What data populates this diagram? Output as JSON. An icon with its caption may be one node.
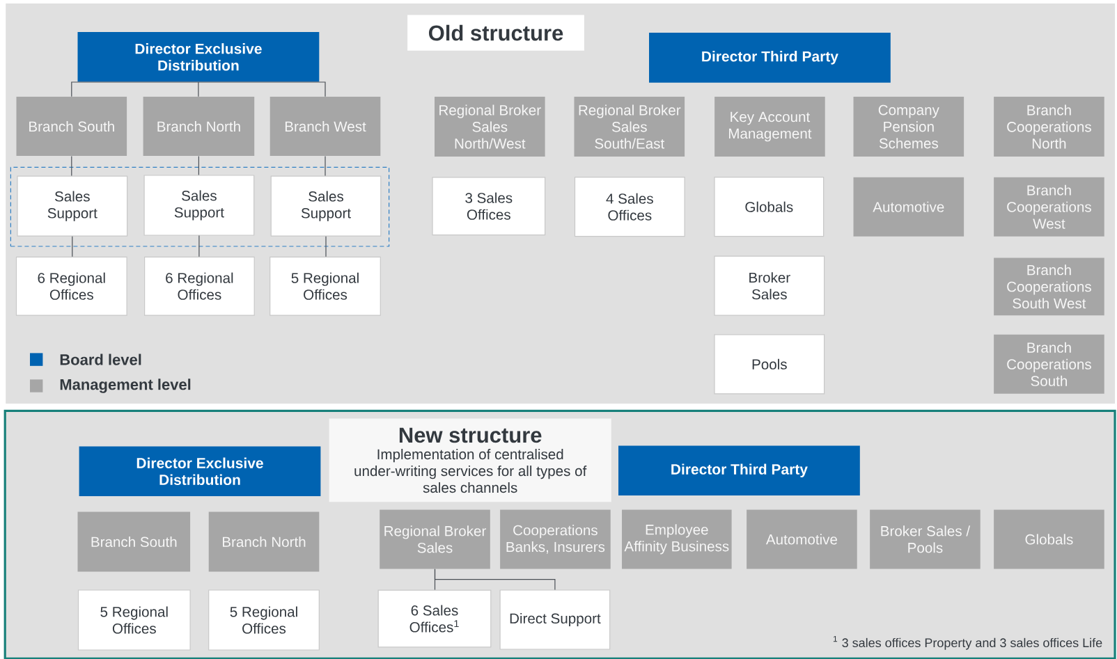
{
  "diagram": {
    "nodes": [
      {
        "text": [
          "Old structure"
        ]
      },
      {
        "text": [
          "Director Exclusive Distribution"
        ]
      },
      {
        "text": [
          "Branch South"
        ]
      },
      {
        "text": [
          "Branch North"
        ]
      },
      {
        "text": [
          "Branch West"
        ]
      },
      {
        "text": [],
        "shape": "box"
      },
      {
        "text": [
          "Sales Support"
        ],
        "in": 5
      },
      {
        "text": [
          "Sales Support"
        ],
        "in": 5
      },
      {
        "text": [
          "Sales Support"
        ],
        "in": 5
      },
      {
        "text": [
          "6 Regional Offices"
        ]
      },
      {
        "text": [
          "6 Regional Offices"
        ]
      },
      {
        "text": [
          "5 Regional Offices"
        ]
      },
      {
        "text": [
          "Director Third Party"
        ]
      },
      {
        "text": [
          "Regional Broker Sales North/West"
        ]
      },
      {
        "text": [
          "Regional Broker Sales South/East"
        ]
      },
      {
        "text": [
          "Key Account Management"
        ]
      },
      {
        "text": [
          "Company Pension Schemes"
        ]
      },
      {
        "text": [
          "Branch Cooperations North"
        ]
      },
      {
        "text": [
          "3 Sales Offices"
        ]
      },
      {
        "text": [
          "4 Sales Offices"
        ]
      },
      {
        "text": [
          "Globals"
        ]
      },
      {
        "text": [
          "Automotive"
        ]
      },
      {
        "text": [
          "Branch Cooperations West"
        ]
      },
      {
        "text": [
          "Broker Sales"
        ]
      },
      {
        "text": [
          "Branch Cooperations South West"
        ]
      },
      {
        "text": [
          "Pools"
        ]
      },
      {
        "text": [
          "Branch Cooperations South"
        ]
      },
      {
        "text": [
          "New structure",
          "Implementation of centralised under-writing services for all types of sales channels"
        ]
      },
      {
        "text": [
          "Director Exclusive Distribution"
        ]
      },
      {
        "text": [
          "Director Third Party"
        ]
      },
      {
        "text": [
          "Branch South"
        ]
      },
      {
        "text": [
          "Branch North"
        ]
      },
      {
        "text": [
          "Regional Broker Sales"
        ]
      },
      {
        "text": [
          "Cooperations Banks, Insurers"
        ]
      },
      {
        "text": [
          "Employee Affinity Business"
        ]
      },
      {
        "text": [
          "Automotive"
        ]
      },
      {
        "text": [
          "Broker Sales / Pools"
        ]
      },
      {
        "text": [
          "Globals"
        ]
      },
      {
        "text": [
          "5 Regional Offices"
        ]
      },
      {
        "text": [
          "5 Regional Offices"
        ]
      },
      {
        "text": [
          "6 Sales Offices$^{1}$"
        ]
      },
      {
        "text": [
          "Direct Support"
        ]
      }
    ],
    "edges": [
      {
        "from": 1,
        "to": 2,
        "arrow": "none"
      },
      {
        "from": 1,
        "to": 3,
        "arrow": "none"
      },
      {
        "from": 1,
        "to": 4,
        "arrow": "none"
      },
      {
        "from": 2,
        "to": 6,
        "arrow": "none"
      },
      {
        "from": 3,
        "to": 7,
        "arrow": "none"
      },
      {
        "from": 4,
        "to": 8,
        "arrow": "none"
      },
      {
        "from": 6,
        "to": 9,
        "arrow": "none"
      },
      {
        "from": 7,
        "to": 10,
        "arrow": "none"
      },
      {
        "from": 8,
        "to": 11,
        "arrow": "none"
      },
      {
        "from": 32,
        "to": 40,
        "arrow": "none"
      },
      {
        "from": 32,
        "to": 41,
        "arrow": "none"
      }
    ],
    "labels": [
      "$^{1}$ 3 sales offices Property and 3 sales offices Life"
    ],
    "legend": [
      {
        "text": "Board level",
        "color": "#0063b1"
      },
      {
        "text": "Management level",
        "color": "#a6a6a6"
      }
    ]
  }
}
